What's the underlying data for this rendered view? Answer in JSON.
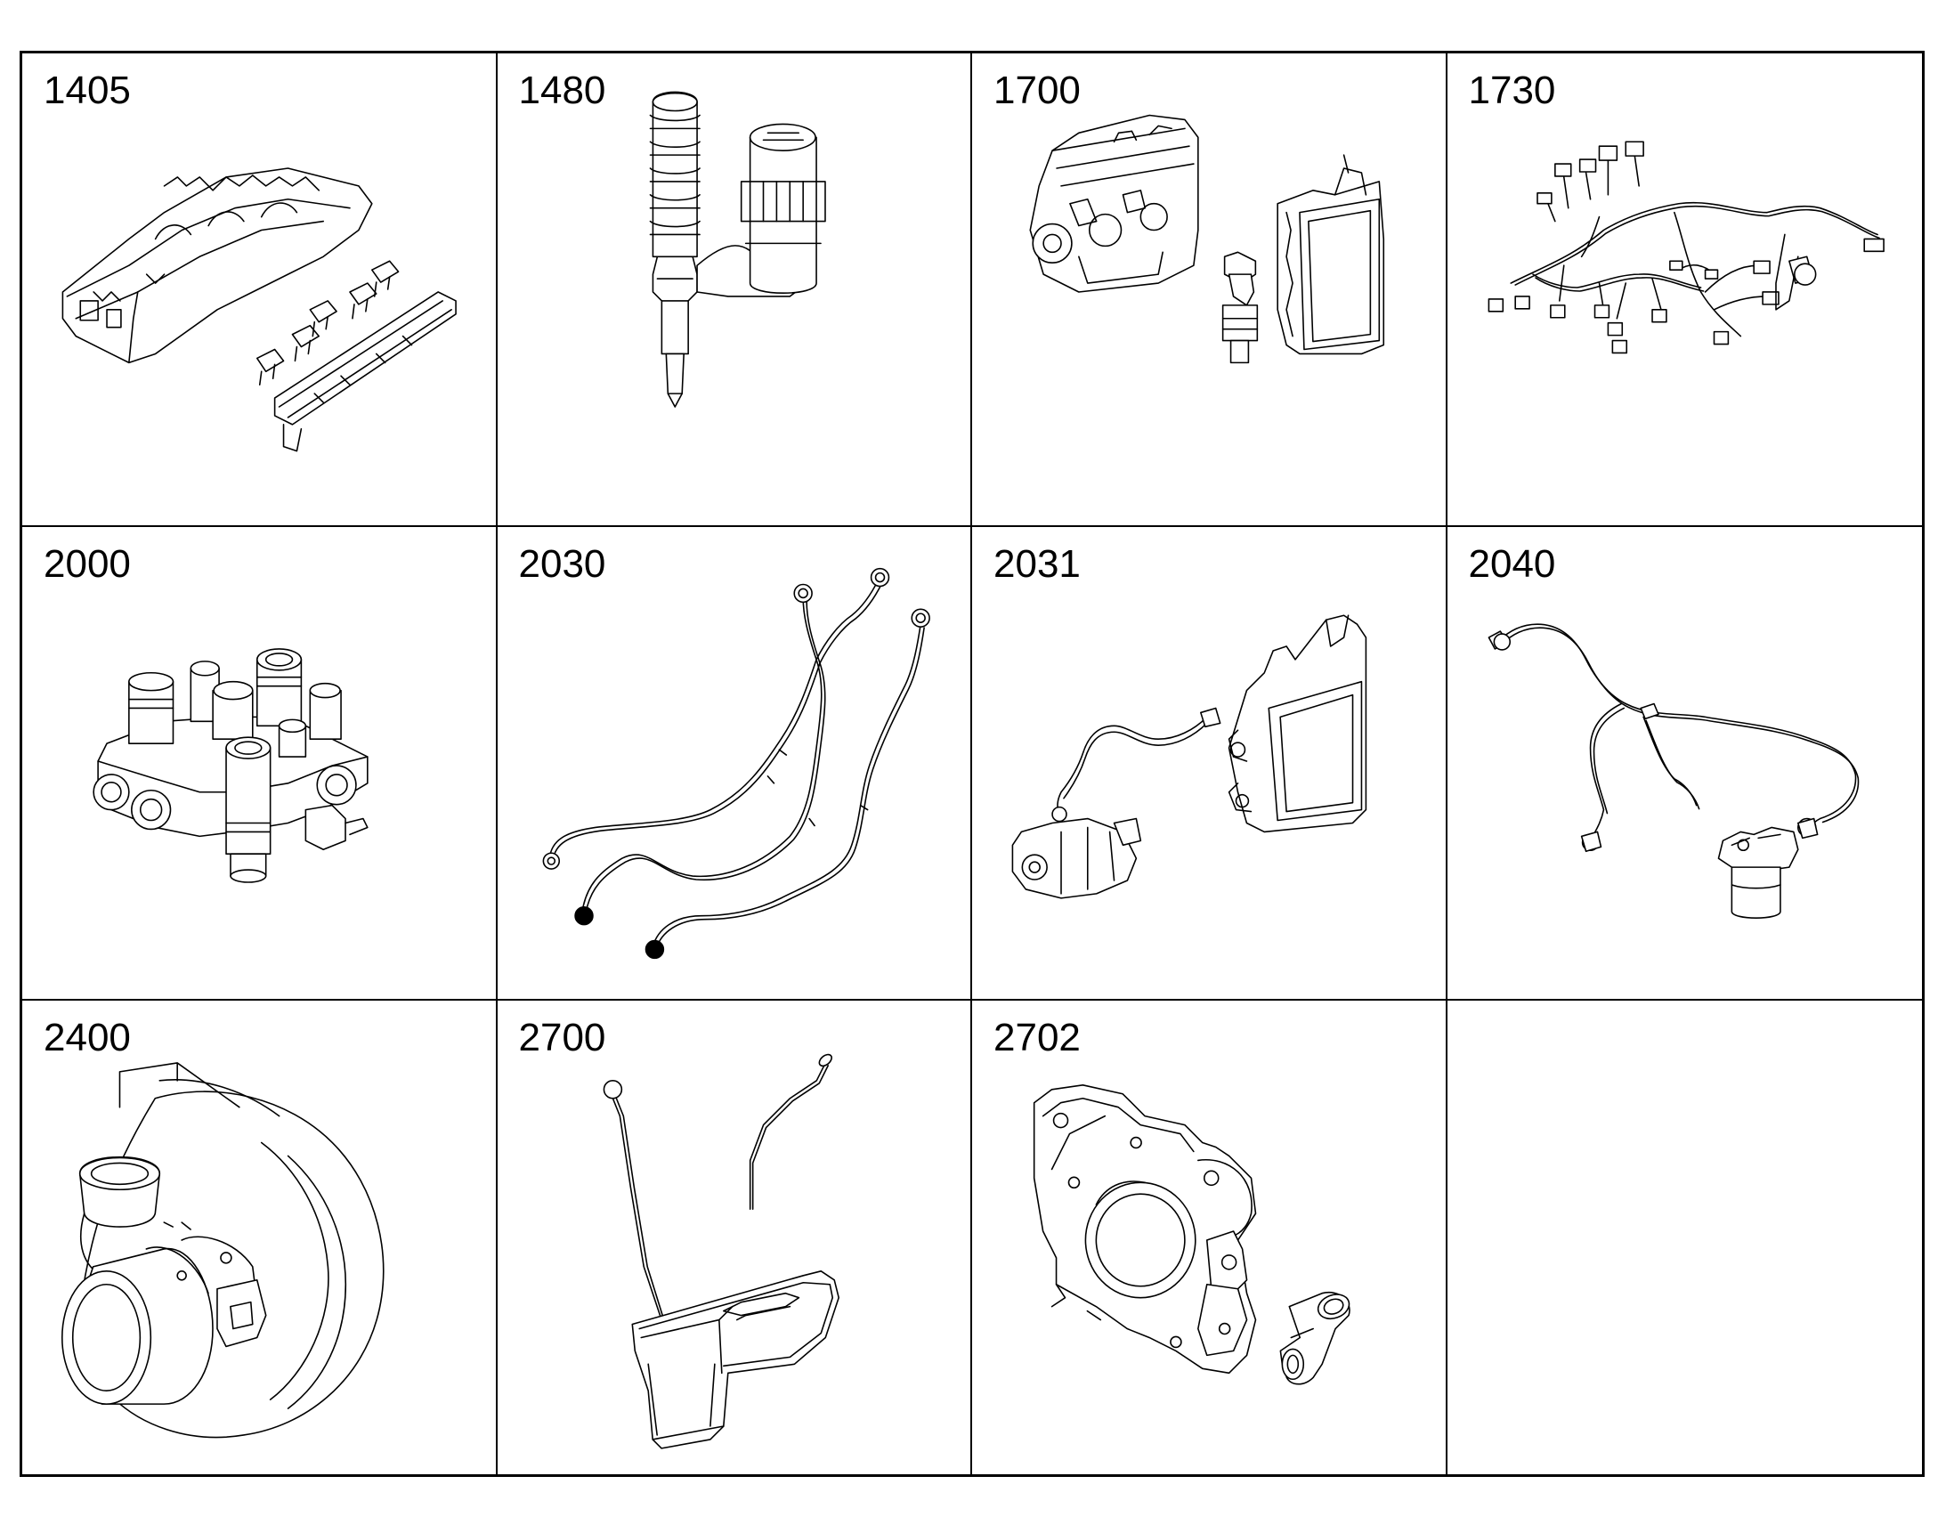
{
  "cells": [
    {
      "number": "1405",
      "part": "cylinder-head-with-injector-rail"
    },
    {
      "number": "1480",
      "part": "unit-injector"
    },
    {
      "number": "1700",
      "part": "engine-with-control-unit-and-sensor"
    },
    {
      "number": "1730",
      "part": "engine-wiring-harness"
    },
    {
      "number": "2000",
      "part": "fuel-manifold-block"
    },
    {
      "number": "2030",
      "part": "fuel-lines"
    },
    {
      "number": "2031",
      "part": "control-unit-with-pump-and-line"
    },
    {
      "number": "2040",
      "part": "harness-with-filter"
    },
    {
      "number": "2400",
      "part": "turbocharger"
    },
    {
      "number": "2700",
      "part": "oil-pan-with-dipstick"
    },
    {
      "number": "2702",
      "part": "timing-cover-with-elbow"
    },
    {
      "number": "",
      "part": "empty"
    }
  ]
}
